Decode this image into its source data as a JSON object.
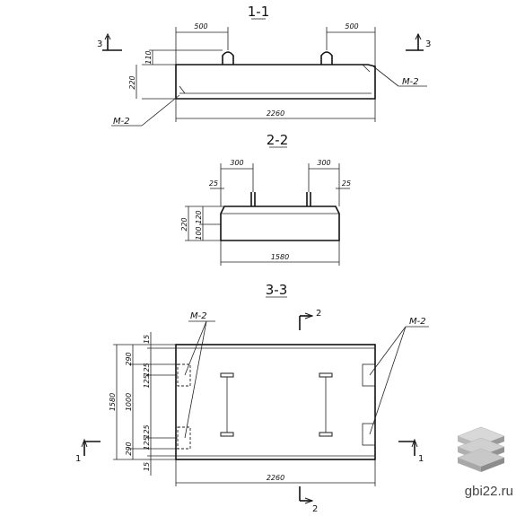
{
  "section_1": {
    "title": "1-1",
    "dim_left": "500",
    "dim_right": "500",
    "dim_length": "2260",
    "dim_height": "220",
    "dim_loop": "110",
    "mark_left": "M-2",
    "mark_right": "M-2",
    "cut_left": "3",
    "cut_right": "3"
  },
  "section_2": {
    "title": "2-2",
    "dim_left": "300",
    "dim_right": "300",
    "dim_width": "1580",
    "dim_height": "220",
    "dim_upper": "120",
    "dim_lower": "100",
    "dim_chamfer_left": "25",
    "dim_chamfer_right": "25"
  },
  "section_3": {
    "title": "3-3",
    "dim_length": "2260",
    "dim_width": "1580",
    "dim_center": "1000",
    "dim_edge_top": "290",
    "dim_edge_bottom": "290",
    "dim_top_small": "15",
    "dim_bottom_small": "15",
    "dim_125_a": "125",
    "dim_125_b": "125",
    "dim_125_c": "125",
    "dim_125_d": "125",
    "mark_left": "M-2",
    "mark_right": "M-2",
    "cut_top": "2",
    "cut_bottom": "2",
    "cut_left": "1",
    "cut_right": "1"
  },
  "watermark": {
    "text": "gbi22.ru",
    "logo_icon": "stacked-slabs-logo"
  }
}
